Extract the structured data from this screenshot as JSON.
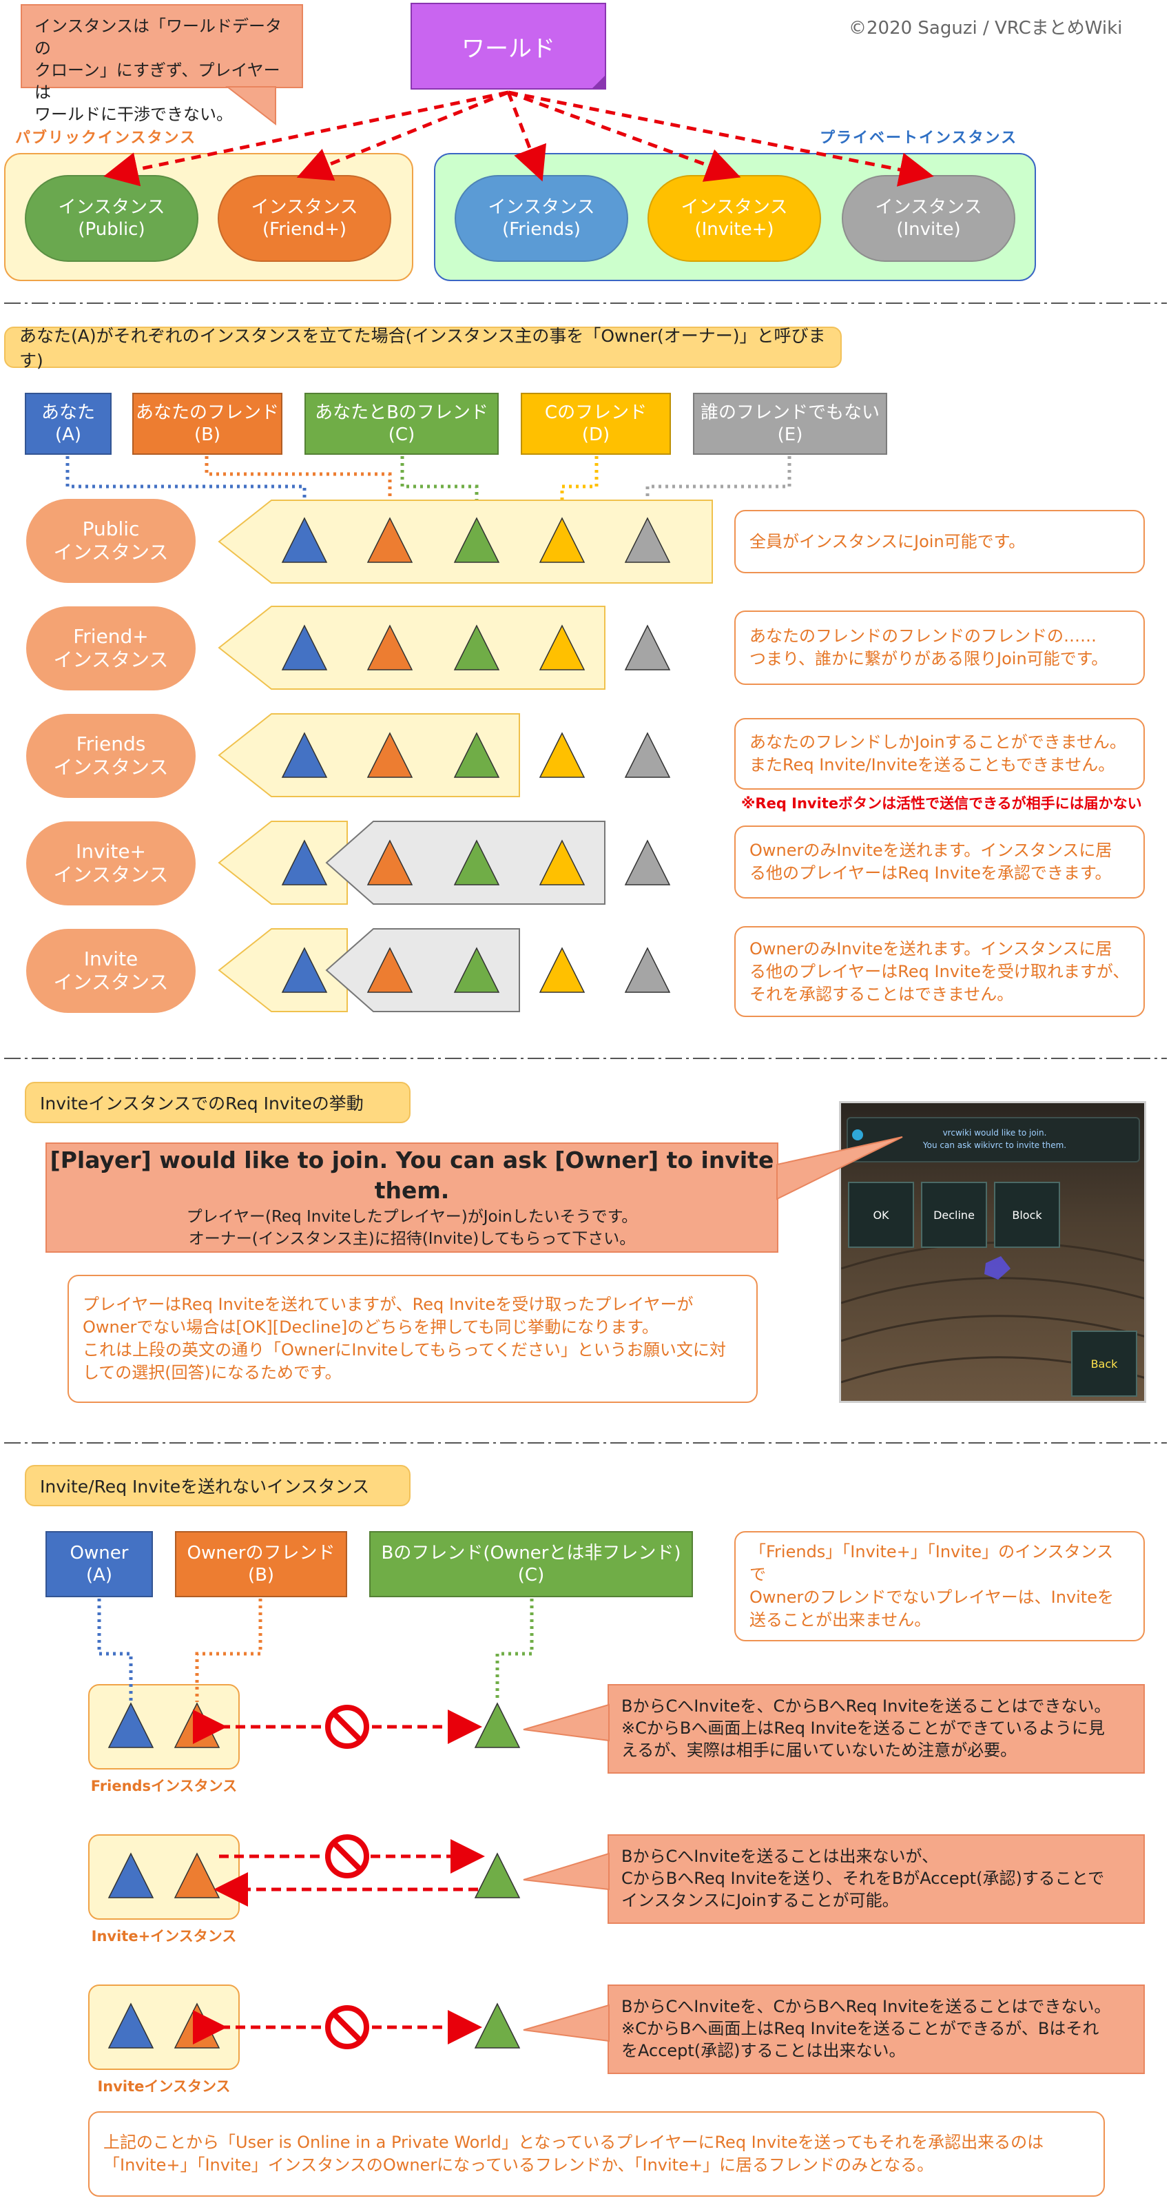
{
  "copyright": "©2020 Saguzi / VRCまとめWiki",
  "top_callout": [
    "インスタンスは「ワールドデータの",
    "クローン」にすぎず、プレイヤーは",
    "ワールドに干渉できない。"
  ],
  "world_label": "ワールド",
  "public_group_label": "パブリックインスタンス",
  "private_group_label": "プライベートインスタンス",
  "top_instances": [
    {
      "name": "インスタンス",
      "type": "(Public)",
      "color": "#6aa84f"
    },
    {
      "name": "インスタンス",
      "type": "(Friend+)",
      "color": "#ed7d31"
    },
    {
      "name": "インスタンス",
      "type": "(Friends)",
      "color": "#5b9bd5"
    },
    {
      "name": "インスタンス",
      "type": "(Invite+)",
      "color": "#ffc000"
    },
    {
      "name": "インスタンス",
      "type": "(Invite)",
      "color": "#a6a6a6"
    }
  ],
  "section1": {
    "header": "あなた(A)がそれぞれのインスタンスを立てた場合(インスタンス主の事を「Owner(オーナー)」と呼びます)",
    "roles": [
      {
        "name": "あなた",
        "letter": "(A)",
        "color": "#4472c4"
      },
      {
        "name": "あなたのフレンド",
        "letter": "(B)",
        "color": "#ed7d31"
      },
      {
        "name": "あなたとBのフレンド",
        "letter": "(C)",
        "color": "#70ad47"
      },
      {
        "name": "Cのフレンド",
        "letter": "(D)",
        "color": "#ffc000"
      },
      {
        "name": "誰のフレンドでもない",
        "letter": "(E)",
        "color": "#a5a5a5"
      }
    ],
    "rows": [
      {
        "name": "Public",
        "sub": "インスタンス",
        "note": [
          "全員がインスタンスにJoin可能です。"
        ]
      },
      {
        "name": "Friend+",
        "sub": "インスタンス",
        "note": [
          "あなたのフレンドのフレンドのフレンドの……",
          "つまり、誰かに繋がりがある限りJoin可能です。"
        ]
      },
      {
        "name": "Friends",
        "sub": "インスタンス",
        "note": [
          "あなたのフレンドしかJoinすることができません。",
          "またReq Invite/Inviteを送ることもできません。"
        ]
      },
      {
        "name": "Invite+",
        "sub": "インスタンス",
        "note": [
          "OwnerのみInviteを送れます。インスタンスに居",
          "る他のプレイヤーはReq Inviteを承認できます。"
        ]
      },
      {
        "name": "Invite",
        "sub": "インスタンス",
        "note": [
          "OwnerのみInviteを送れます。インスタンスに居",
          "る他のプレイヤーはReq Inviteを受け取れますが、",
          "それを承認することはできません。"
        ]
      }
    ],
    "friends_warning": "※Req Inviteボタンは活性で送信できるが相手には届かない"
  },
  "section2": {
    "header": "InviteインスタンスでのReq Inviteの挙動",
    "main_en": "[Player] would like to join. You can ask [Owner] to invite them.",
    "main_jp": [
      "プレイヤー(Req Inviteしたプレイヤー)がJoinしたいそうです。",
      "オーナー(インスタンス主)に招待(Invite)してもらって下さい。"
    ],
    "note": [
      "プレイヤーはReq Inviteを送れていますが、Req Inviteを受け取ったプレイヤーが",
      "Ownerでない場合は[OK][Decline]のどちらを押しても同じ挙動になります。",
      "これは上段の英文の通り「OwnerにInviteしてもらってください」というお願い文に対",
      "しての選択(回答)になるためです。"
    ],
    "screenshot": {
      "line1": "vrcwiki would like to join.",
      "line2": "You can ask wikivrc to invite them.",
      "ok": "OK",
      "decline": "Decline",
      "block": "Block",
      "back": "Back"
    }
  },
  "section3": {
    "header": "Invite/Req Inviteを送れないインスタンス",
    "roles": [
      {
        "name": "Owner",
        "letter": "(A)",
        "color": "#4472c4"
      },
      {
        "name": "Ownerのフレンド",
        "letter": "(B)",
        "color": "#ed7d31"
      },
      {
        "name": "Bのフレンド(Ownerとは非フレンド)",
        "letter": "(C)",
        "color": "#70ad47"
      }
    ],
    "top_note": [
      "「Friends」「Invite+」「Invite」のインスタンスで",
      "Ownerのフレンドでないプレイヤーは、Inviteを",
      "送ることが出来ません。"
    ],
    "cases": [
      {
        "label": "Friendsインスタンス",
        "text": [
          "BからCへInviteを、CからBへReq Inviteを送ることはできない。",
          "※CからBへ画面上はReq Inviteを送ることができているように見",
          "えるが、実際は相手に届いていないため注意が必要。"
        ]
      },
      {
        "label": "Invite+インスタンス",
        "text": [
          "BからCへInviteを送ることは出来ないが、",
          "CからBへReq Inviteを送り、それをBがAccept(承認)することで",
          "インスタンスにJoinすることが可能。"
        ]
      },
      {
        "label": "Inviteインスタンス",
        "text": [
          "BからCへInviteを、CからBへReq Inviteを送ることはできない。",
          "※CからBへ画面上はReq Inviteを送ることができるが、Bはそれ",
          "をAccept(承認)することは出来ない。"
        ]
      }
    ],
    "conclusion": [
      "上記のことから「User is Online in a Private World」となっているプレイヤーにReq Inviteを送ってもそれを承認出来るのは",
      "「Invite+」「Invite」インスタンスのOwnerになっているフレンドか、「Invite+」に居るフレンドのみとなる。"
    ]
  }
}
